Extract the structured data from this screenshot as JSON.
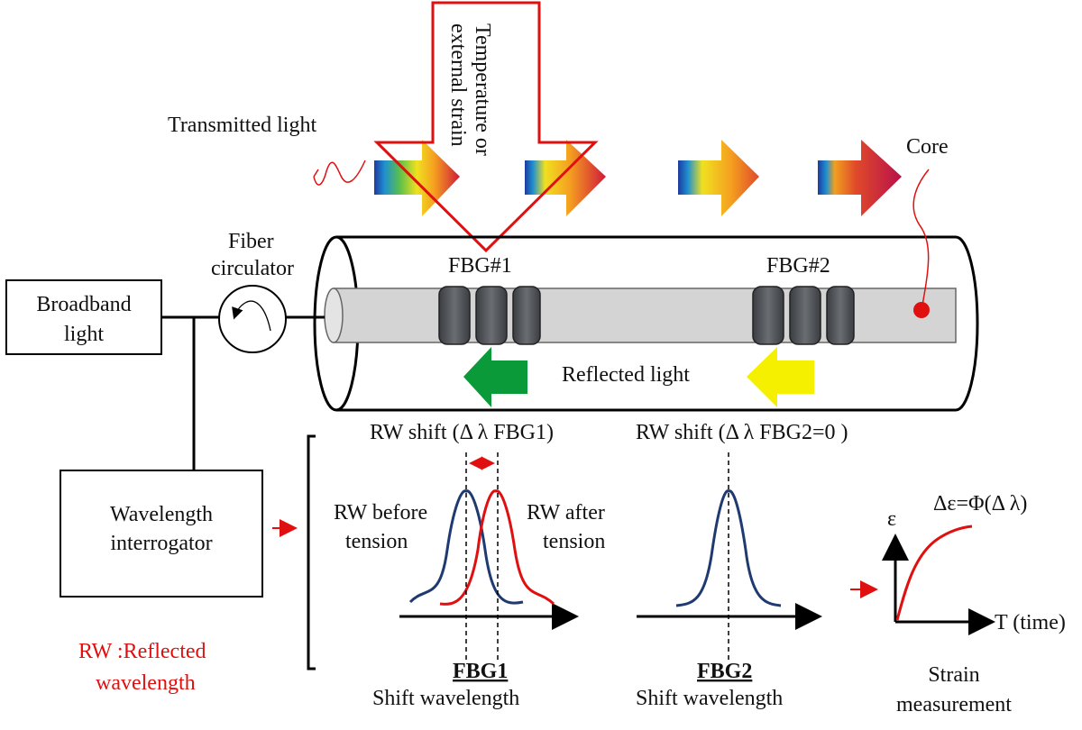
{
  "labels": {
    "transmitted_light": "Transmitted light",
    "temperature_line1": "Temperature or",
    "temperature_line2": "external strain",
    "core": "Core",
    "fiber_circulator_line1": "Fiber",
    "fiber_circulator_line2": "circulator",
    "fbg1": "FBG#1",
    "fbg2": "FBG#2",
    "broadband_line1": "Broadband",
    "broadband_line2": "light",
    "reflected_light": "Reflected light",
    "rw_shift_1": "RW shift (Δ λ FBG1)",
    "rw_shift_2": "RW shift (Δ λ FBG2=0 )",
    "wavelength_line1": "Wavelength",
    "wavelength_line2": "interrogator",
    "rw_before_line1": "RW before",
    "rw_before_line2": "tension",
    "rw_after_line1": "RW after",
    "rw_after_line2": "tension",
    "epsilon": "ε",
    "strain_formula": "Δε=Φ(Δ λ)",
    "t_time": "T (time)",
    "fbg1_title": "FBG1",
    "fbg1_sub": "Shift wavelength",
    "fbg2_title": "FBG2",
    "fbg2_sub": "Shift wavelength",
    "strain_line1": "Strain",
    "strain_line2": "measurement",
    "rw_legend_line1": "RW :Reflected",
    "rw_legend_line2": "wavelength"
  },
  "colors": {
    "red": "#e01010",
    "navy": "#1f3a70",
    "green": "#0a9a3a",
    "yellow": "#f5f000",
    "grating": "#505357",
    "core_fill": "#d4d4d4"
  }
}
